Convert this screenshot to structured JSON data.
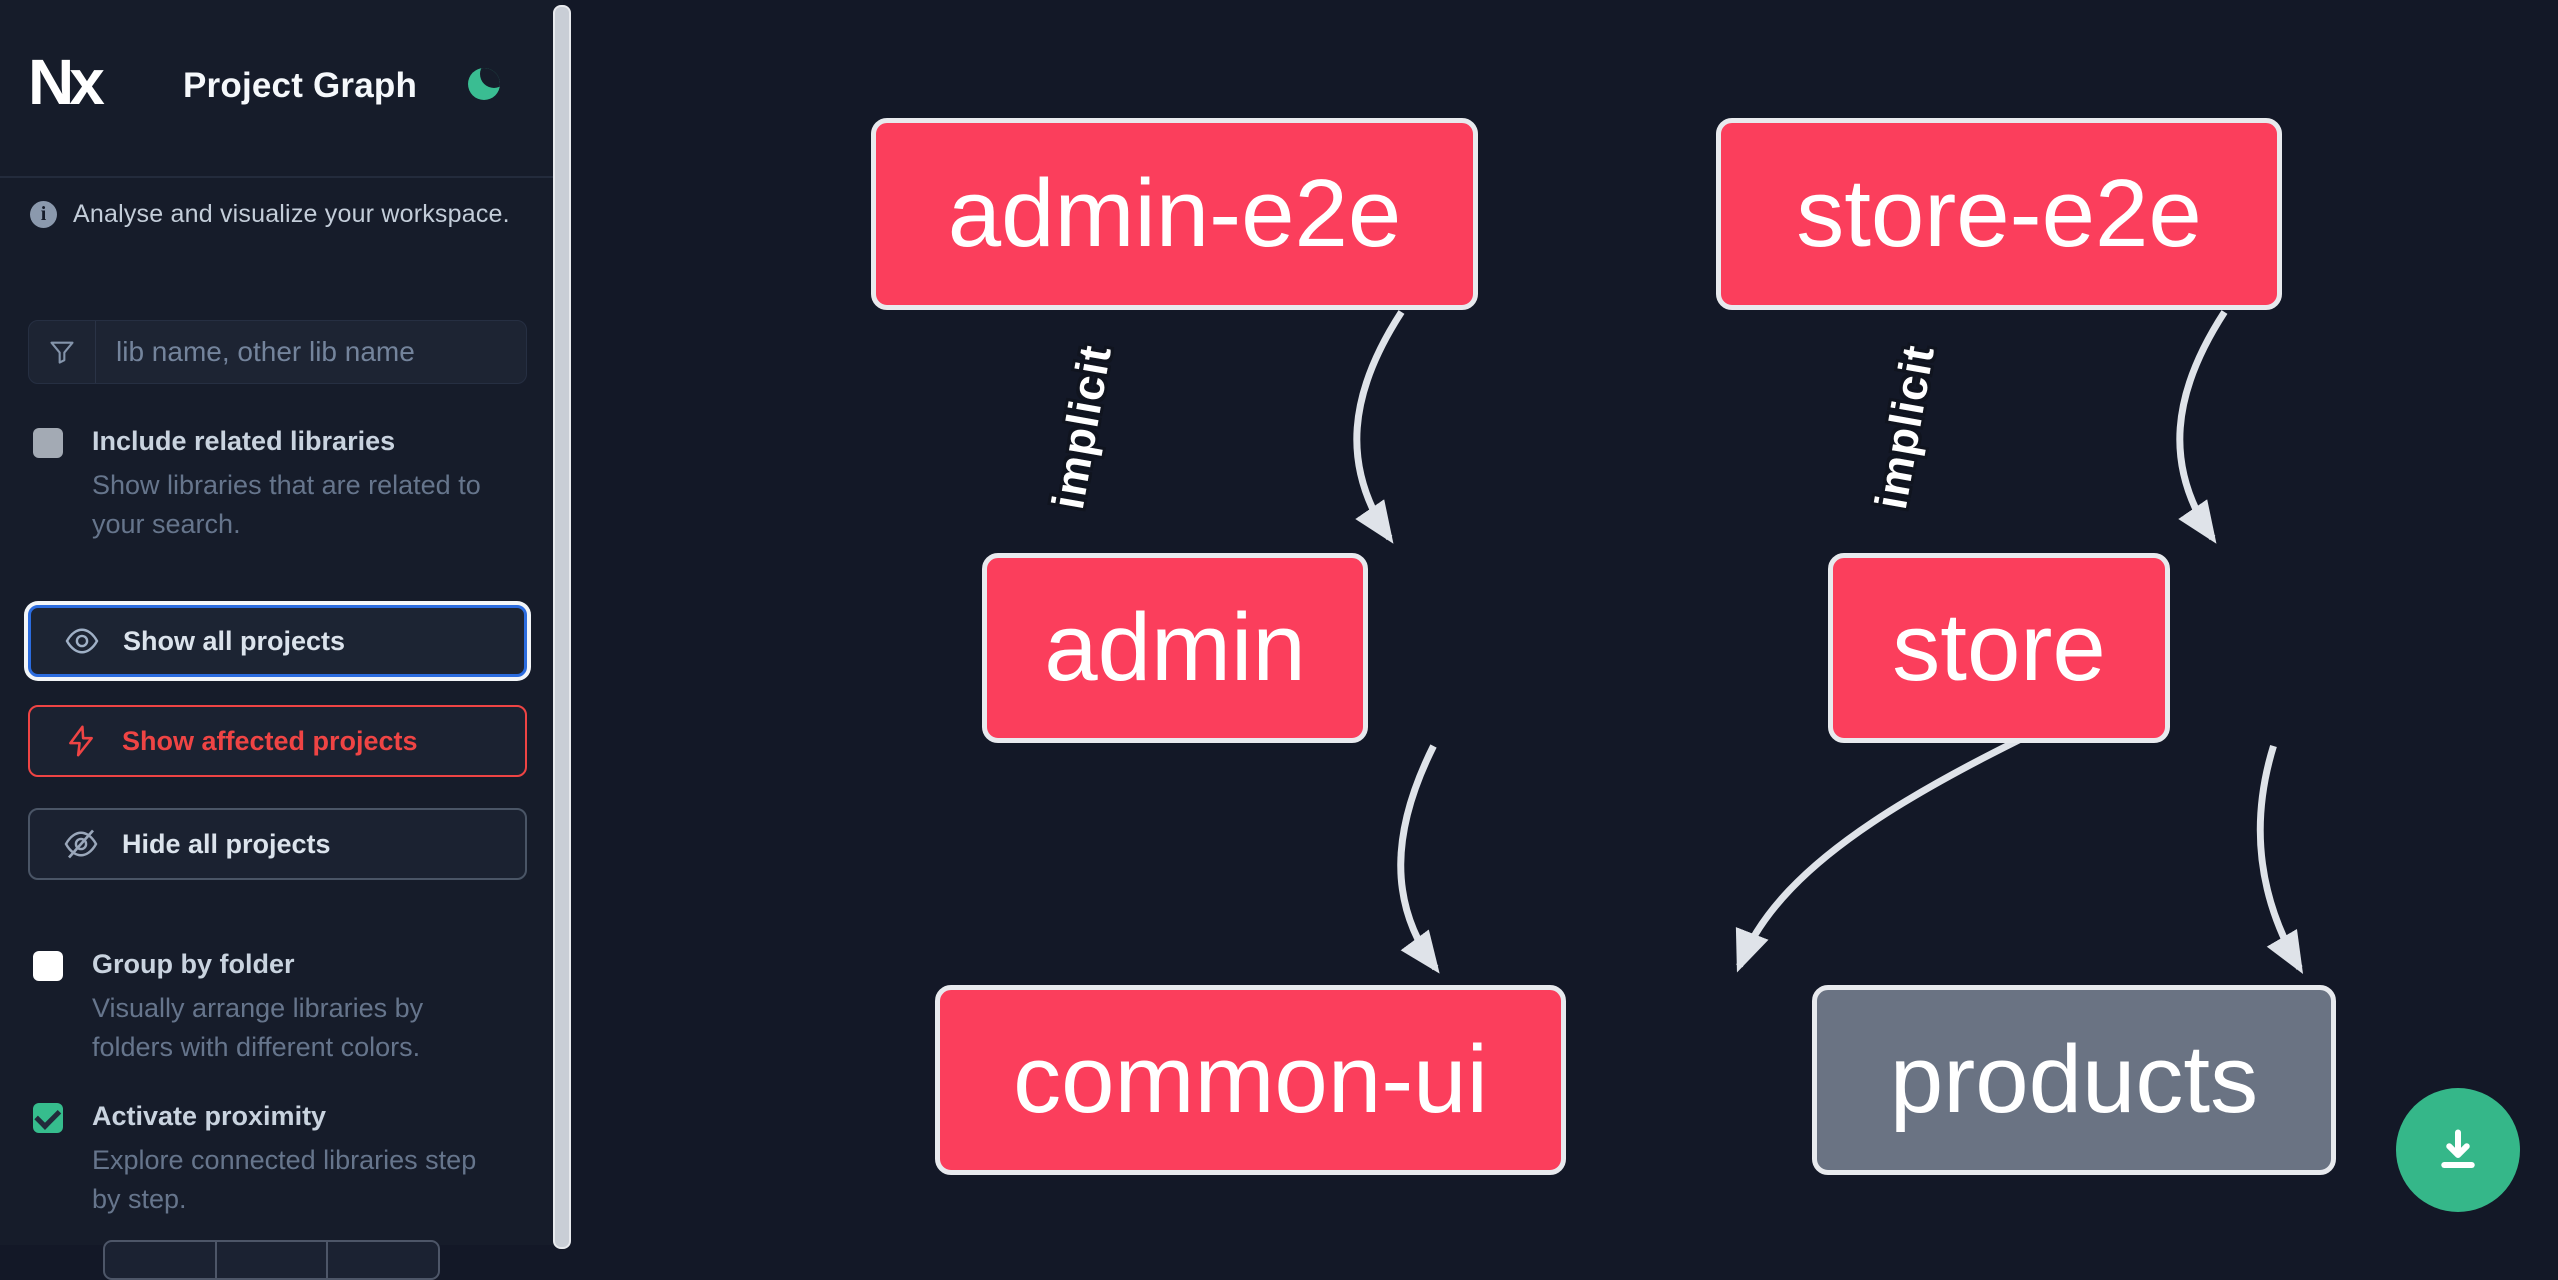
{
  "header": {
    "logo_text": "Nx",
    "title": "Project Graph",
    "theme_toggle_icon": "moon-icon"
  },
  "sidebar": {
    "info_text": "Analyse and visualize your workspace.",
    "search": {
      "placeholder": "lib name, other lib name",
      "value": "",
      "icon": "funnel-icon"
    },
    "toggles": [
      {
        "label": "Include related libraries",
        "description": "Show libraries that are related to\nyour search.",
        "checked": false
      },
      {
        "label": "Group by folder",
        "description": "Visually arrange libraries by\nfolders with different colors.",
        "checked": false
      },
      {
        "label": "Activate proximity",
        "description": "Explore connected libraries step\nby step.",
        "checked": true
      }
    ],
    "buttons": [
      {
        "label": "Show all projects",
        "icon": "eye-icon",
        "state": "focused"
      },
      {
        "label": "Show affected projects",
        "icon": "bolt-icon",
        "state": "affected"
      },
      {
        "label": "Hide all projects",
        "icon": "eye-slash-icon",
        "state": "default"
      }
    ]
  },
  "graph": {
    "nodes": [
      {
        "id": "admin-e2e",
        "label": "admin-e2e",
        "status": "affected"
      },
      {
        "id": "store-e2e",
        "label": "store-e2e",
        "status": "affected"
      },
      {
        "id": "admin",
        "label": "admin",
        "status": "affected"
      },
      {
        "id": "store",
        "label": "store",
        "status": "affected"
      },
      {
        "id": "common-ui",
        "label": "common-ui",
        "status": "affected"
      },
      {
        "id": "products",
        "label": "products",
        "status": "unaffected"
      }
    ],
    "edges": [
      {
        "from": "admin-e2e",
        "to": "admin",
        "label": "implicit"
      },
      {
        "from": "store-e2e",
        "to": "store",
        "label": "implicit"
      },
      {
        "from": "admin",
        "to": "common-ui",
        "label": ""
      },
      {
        "from": "store",
        "to": "common-ui",
        "label": ""
      },
      {
        "from": "store",
        "to": "products",
        "label": ""
      }
    ]
  },
  "fab": {
    "icon": "download-icon"
  },
  "colors": {
    "background": "#131827",
    "affected_node": "#fb3e5c",
    "unaffected_node": "#6a7383",
    "edge": "#dfe3e9",
    "accent_green": "#36bd8d",
    "accent_blue": "#2b6cdf",
    "accent_red": "#ef4444"
  }
}
